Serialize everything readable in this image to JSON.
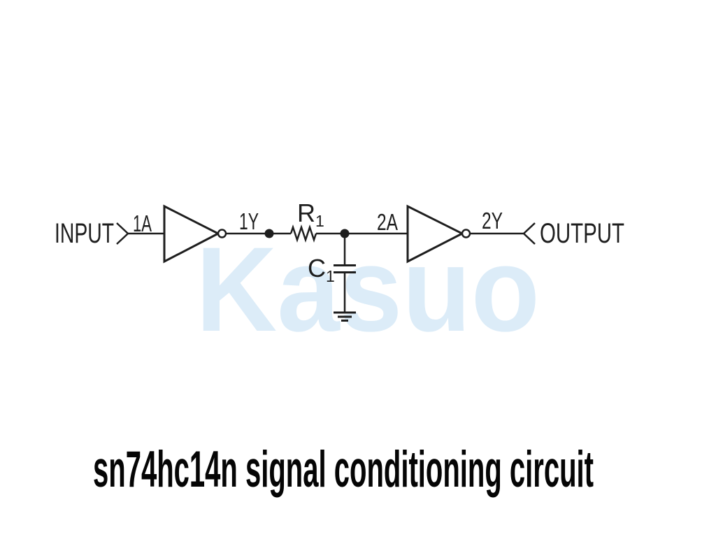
{
  "colors": {
    "background": "#ffffff",
    "line": "#1e1e1e",
    "label": "#1e1e1e",
    "watermark": "#dcecf8",
    "title": "#050505"
  },
  "watermark": {
    "text": "Kasuo"
  },
  "title": {
    "text": "sn74hc14n signal conditioning circuit"
  },
  "circuit": {
    "type": "schematic",
    "description": "Signal conditioning circuit: input Schmitt-trigger inverter, RC low-pass filter (R1, C1 to ground), output Schmitt-trigger inverter",
    "labels": {
      "input": "INPUT",
      "pin1a": "1A",
      "pin1y": "1Y",
      "r_name": "R",
      "r_sub": "1",
      "c_name": "C",
      "c_sub": "1",
      "pin2a": "2A",
      "pin2y": "2Y",
      "output": "OUTPUT"
    }
  }
}
